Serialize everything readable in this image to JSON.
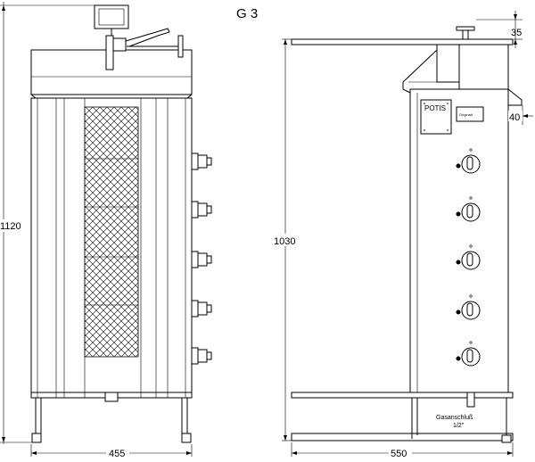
{
  "title": "G 3",
  "dimensions": {
    "front_height": "1120",
    "front_width": "455",
    "side_height": "1030",
    "side_width": "550",
    "top_offset": "35",
    "panel_offset": "40"
  },
  "labels": {
    "brand": "POTIS",
    "plate_text": "Originalt",
    "gas_connection": "Gasanschluß",
    "gas_size": "1/2\""
  },
  "front_knob_count": 5,
  "side_knob_count": 5
}
